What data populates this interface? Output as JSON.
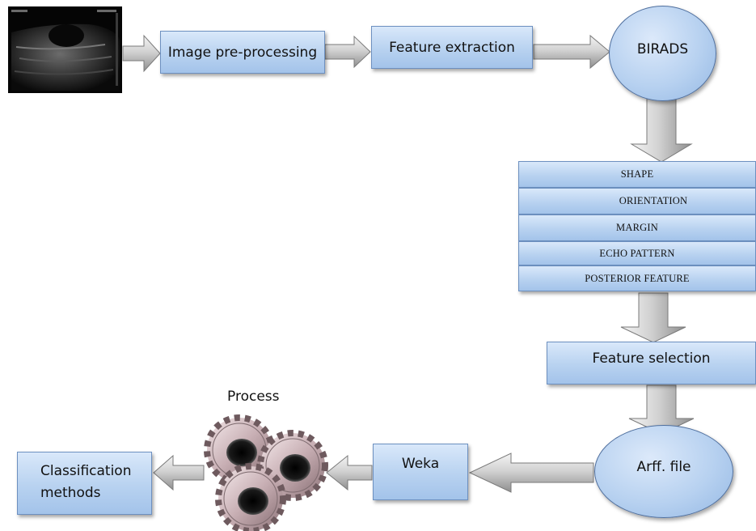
{
  "nodes": {
    "preprocessing": "Image pre-processing",
    "extraction": "Feature extraction",
    "birads": "BIRADS",
    "features": [
      "SHAPE",
      "ORIENTATION",
      "MARGIN",
      "ECHO PATTERN",
      "POSTERIOR FEATURE"
    ],
    "selection": "Feature selection",
    "arff": "Arff. file",
    "weka": "Weka",
    "process": "Process",
    "classification": [
      "Classification",
      "methods"
    ]
  },
  "colors": {
    "box_fill": "#b8d2f0",
    "box_border": "#6d90c0",
    "arrow_fill": "#c8c8c8",
    "gear_color": "#c9b4b8"
  },
  "icons": [
    "ultrasound-image",
    "gears-icon"
  ]
}
